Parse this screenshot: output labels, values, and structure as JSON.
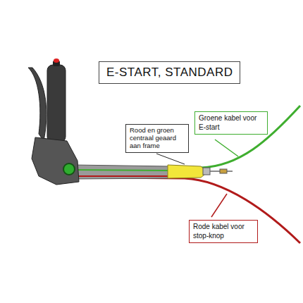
{
  "diagram": {
    "title": "E-START, STANDARD",
    "nodes": [
      {
        "text": [
          "Rood en groen centraal geaard aan frame"
        ]
      },
      {
        "text": [
          "Groene kabel voor E-start"
        ]
      },
      {
        "text": [
          "Rode kabel voor stop-knop"
        ]
      }
    ]
  }
}
